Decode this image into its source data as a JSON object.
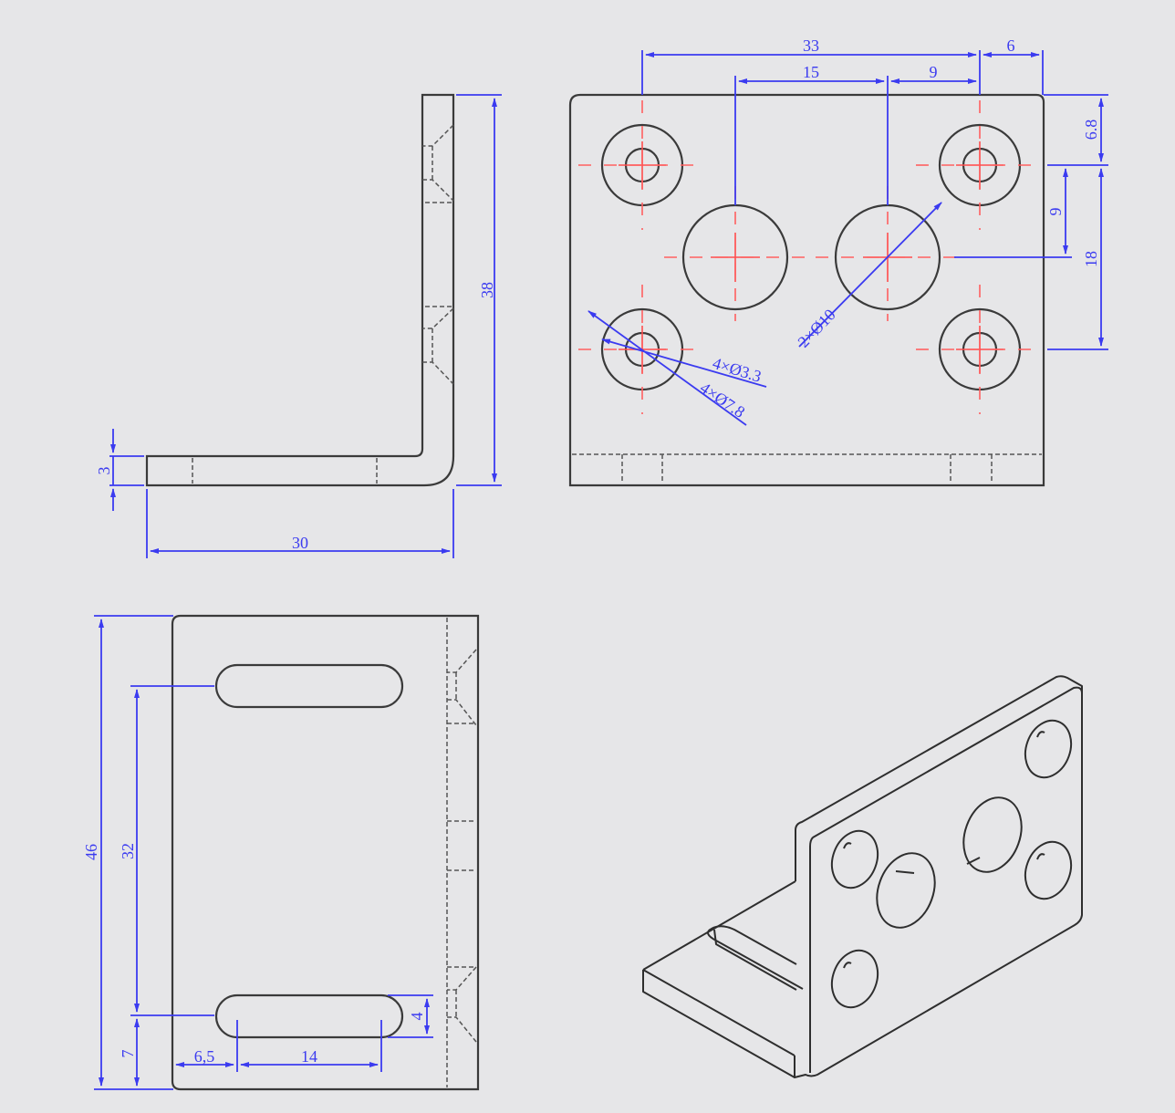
{
  "drawing": {
    "background": "#e6e6e8",
    "colors": {
      "outline": "#3a3a3a",
      "centerline": "#ff4d4d",
      "dimension": "#3b3bf0"
    },
    "views": {
      "side_view": {
        "name": "side-view-L-profile",
        "dimensions": {
          "thickness": "3",
          "length": "30",
          "height": "38"
        }
      },
      "front_view": {
        "name": "front-view-hole-pattern",
        "dimensions": {
          "overall_hole_span": "33",
          "edge_offset_right": "6",
          "large_hole_left_offset": "15",
          "large_hole_right_offset": "9",
          "top_offset": "6.8",
          "vertical_to_large_hole": "9",
          "vertical_hole_span": "18"
        },
        "callouts": {
          "small_hole": "4×Ø3.3",
          "counterbore": "4×Ø7.8",
          "large_hole": "2×Ø10"
        }
      },
      "bottom_view": {
        "name": "bottom-view-slots",
        "dimensions": {
          "overall_depth": "46",
          "slot_spacing": "32",
          "slot_edge_offset": "7",
          "slot_left_offset": "6,5",
          "slot_length": "14",
          "slot_width": "4"
        }
      },
      "iso_view": {
        "name": "isometric-view"
      }
    }
  }
}
